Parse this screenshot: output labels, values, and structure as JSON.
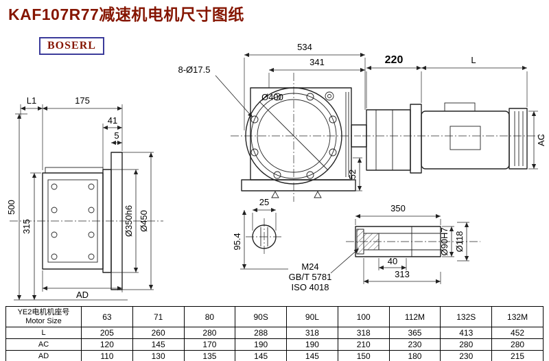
{
  "page": {
    "title": "KAF107R77减速机电机尺寸图纸",
    "logo": "BOSERL"
  },
  "drawing": {
    "side_view": {
      "dim_L1": "L1",
      "dim_175": "175",
      "dim_41": "41",
      "dim_5": "5",
      "dim_500": "500",
      "dim_315": "315",
      "dim_AD": "AD",
      "dim_d350": "Ø350h6",
      "dim_d450": "Ø450"
    },
    "front_view": {
      "dim_534": "534",
      "dim_341": "341",
      "bolt_note": "8-Ø17.5",
      "dim_d400": "Ø400",
      "dim_52": "52"
    },
    "motor_view": {
      "dim_220": "220",
      "dim_L": "L",
      "dim_AC": "AC"
    },
    "shaft_end_view": {
      "dim_25": "25",
      "dim_95_4": "95.4"
    },
    "shaft_detail_view": {
      "dim_350": "350",
      "dim_40": "40",
      "dim_313": "313",
      "dim_d90": "Ø90H7",
      "dim_d118": "Ø118",
      "bolt_note_line1": "M24",
      "bolt_note_line2": "GB/T 5781",
      "bolt_note_line3": "ISO 4018"
    }
  },
  "table": {
    "header_cn": "YE2电机机座号",
    "header_en": "Motor Size",
    "sizes": [
      "63",
      "71",
      "80",
      "90S",
      "90L",
      "100",
      "112M",
      "132S",
      "132M"
    ],
    "rows": [
      {
        "label": "L",
        "values": [
          "205",
          "260",
          "280",
          "288",
          "318",
          "318",
          "365",
          "413",
          "452"
        ]
      },
      {
        "label": "AC",
        "values": [
          "120",
          "145",
          "170",
          "190",
          "190",
          "210",
          "230",
          "280",
          "280"
        ]
      },
      {
        "label": "AD",
        "values": [
          "110",
          "130",
          "135",
          "145",
          "145",
          "150",
          "180",
          "230",
          "215"
        ]
      }
    ]
  }
}
